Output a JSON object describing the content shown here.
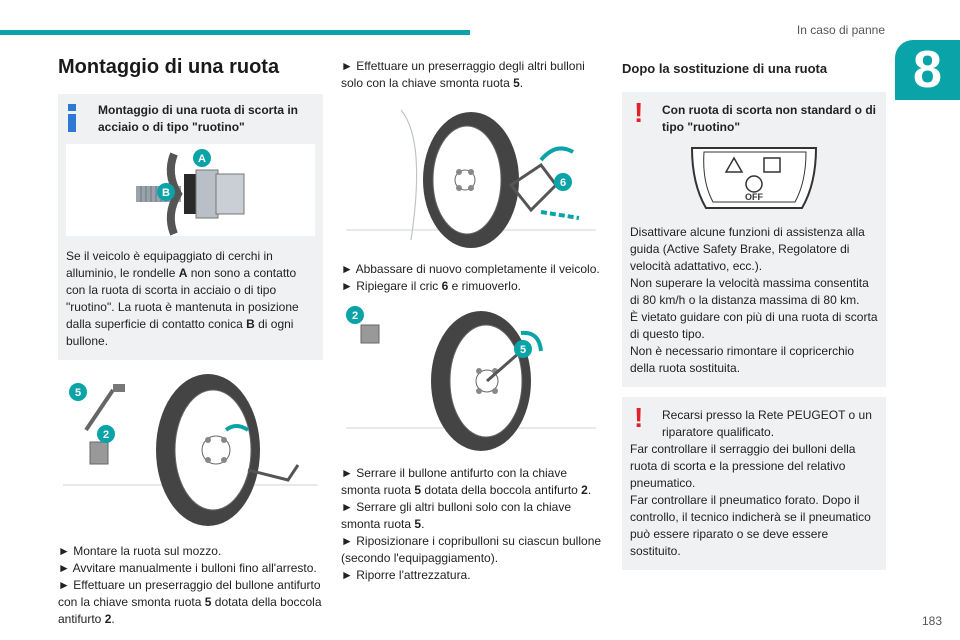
{
  "header": {
    "section_title": "In caso di panne",
    "chapter": "8",
    "page_number": "183"
  },
  "col1": {
    "title": "Montaggio di una ruota",
    "info_box": {
      "title": "Montaggio di una ruota di scorta in acciaio o di tipo \"ruotino\"",
      "figure_labels": [
        "A",
        "B"
      ],
      "text_parts": [
        "Se il veicolo è equipaggiato di cerchi in alluminio, le rondelle ",
        "A",
        " non sono a contatto con la ruota di scorta in acciaio o di tipo \"ruotino\". La ruota è mantenuta in posizione dalla superficie di contatto conica ",
        "B",
        " di ogni bullone."
      ]
    },
    "figure_labels": [
      "5",
      "2"
    ],
    "steps": [
      {
        "arrow": "►",
        "text": "Montare la ruota sul mozzo."
      },
      {
        "arrow": "►",
        "text": "Avvitare manualmente i bulloni fino all'arresto."
      },
      {
        "arrow": "►",
        "text_parts": [
          "Effettuare un preserraggio del bullone antifurto con la chiave smonta ruota ",
          "5",
          " dotata della boccola antifurto ",
          "2",
          "."
        ]
      }
    ]
  },
  "col2": {
    "step1": {
      "arrow": "►",
      "text_parts": [
        "Effettuare un preserraggio degli altri bulloni solo con la chiave smonta ruota ",
        "5",
        "."
      ]
    },
    "figure1_labels": [
      "6"
    ],
    "step2": {
      "arrow": "►",
      "text": "Abbassare di nuovo completamente il veicolo."
    },
    "step3": {
      "arrow": "►",
      "text_parts": [
        "Ripiegare il cric ",
        "6",
        " e rimuoverlo."
      ]
    },
    "figure2_labels": [
      "2",
      "5"
    ],
    "steps": [
      {
        "arrow": "►",
        "text_parts": [
          "Serrare il bullone antifurto con la chiave smonta ruota ",
          "5",
          " dotata della boccola antifurto ",
          "2",
          "."
        ]
      },
      {
        "arrow": "►",
        "text_parts": [
          "Serrare gli altri bulloni solo con la chiave smonta ruota ",
          "5",
          "."
        ]
      },
      {
        "arrow": "►",
        "text": "Riposizionare i copribulloni su ciascun bullone (secondo l'equipaggiamento)."
      },
      {
        "arrow": "►",
        "text": "Riporre l'attrezzatura."
      }
    ]
  },
  "col3": {
    "title": "Dopo la sostituzione di una ruota",
    "warn_box1": {
      "title": "Con ruota di scorta non standard o di tipo \"ruotino\"",
      "off_label": "OFF",
      "lines": [
        "Disattivare alcune funzioni di assistenza alla guida (Active Safety Brake, Regolatore di velocità adattativo, ecc.).",
        "Non superare la velocità massima consentita di 80 km/h o la distanza massima di 80 km.",
        "È vietato guidare con più di una ruota di scorta di questo tipo.",
        "Non è necessario rimontare il copricerchio della ruota sostituita."
      ]
    },
    "warn_box2": {
      "first_line": "Recarsi presso la Rete PEUGEOT o un riparatore qualificato.",
      "lines": [
        "Far controllare il serraggio dei bulloni della ruota di scorta e la pressione del relativo pneumatico.",
        "Far controllare il pneumatico forato. Dopo il controllo, il tecnico indicherà se il pneumatico può essere riparato o se deve essere sostituito."
      ]
    }
  }
}
